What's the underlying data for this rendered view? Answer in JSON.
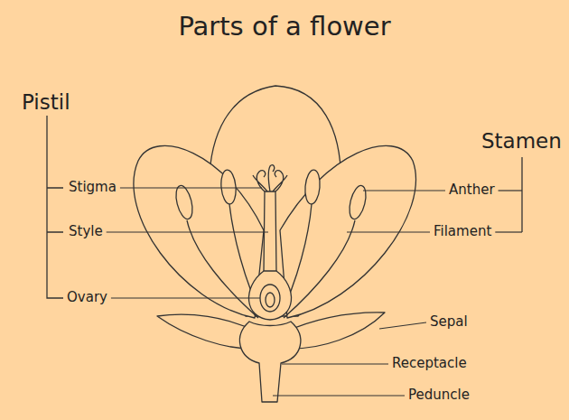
{
  "diagram": {
    "title": "Parts of a flower",
    "labels": [
      "Pistil",
      "Stamen",
      "Stigma",
      "Anther",
      "Style",
      "Filament",
      "Ovary",
      "Sepal",
      "Receptacle",
      "Peduncle"
    ]
  }
}
